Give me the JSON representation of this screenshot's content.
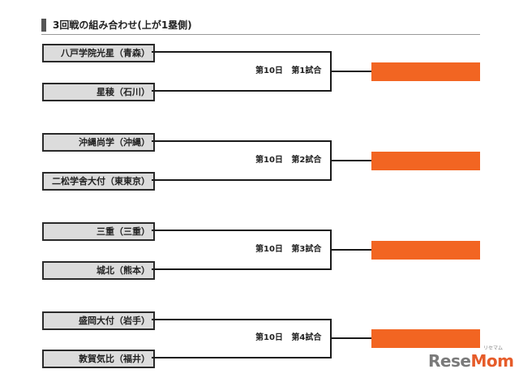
{
  "header": {
    "title": "3回戦の組み合わせ(上が1塁側)"
  },
  "colors": {
    "accent": "#f26522",
    "header_bar": "#555555",
    "team_fill": "#dcdcdc"
  },
  "matches": [
    {
      "team_top": "八戸学院光星（青森）",
      "team_bottom": "星稜（石川）",
      "day": "第10日",
      "game": "第1試合"
    },
    {
      "team_top": "沖縄尚学（沖縄）",
      "team_bottom": "二松学舎大付（東東京）",
      "day": "第10日",
      "game": "第2試合"
    },
    {
      "team_top": "三重（三重）",
      "team_bottom": "城北（熊本）",
      "day": "第10日",
      "game": "第3試合"
    },
    {
      "team_top": "盛岡大付（岩手）",
      "team_bottom": "敦賀気比（福井）",
      "day": "第10日",
      "game": "第4試合"
    }
  ],
  "logo": {
    "part1": "Rese",
    "part2": "Mom",
    "sub": "リセマム"
  }
}
